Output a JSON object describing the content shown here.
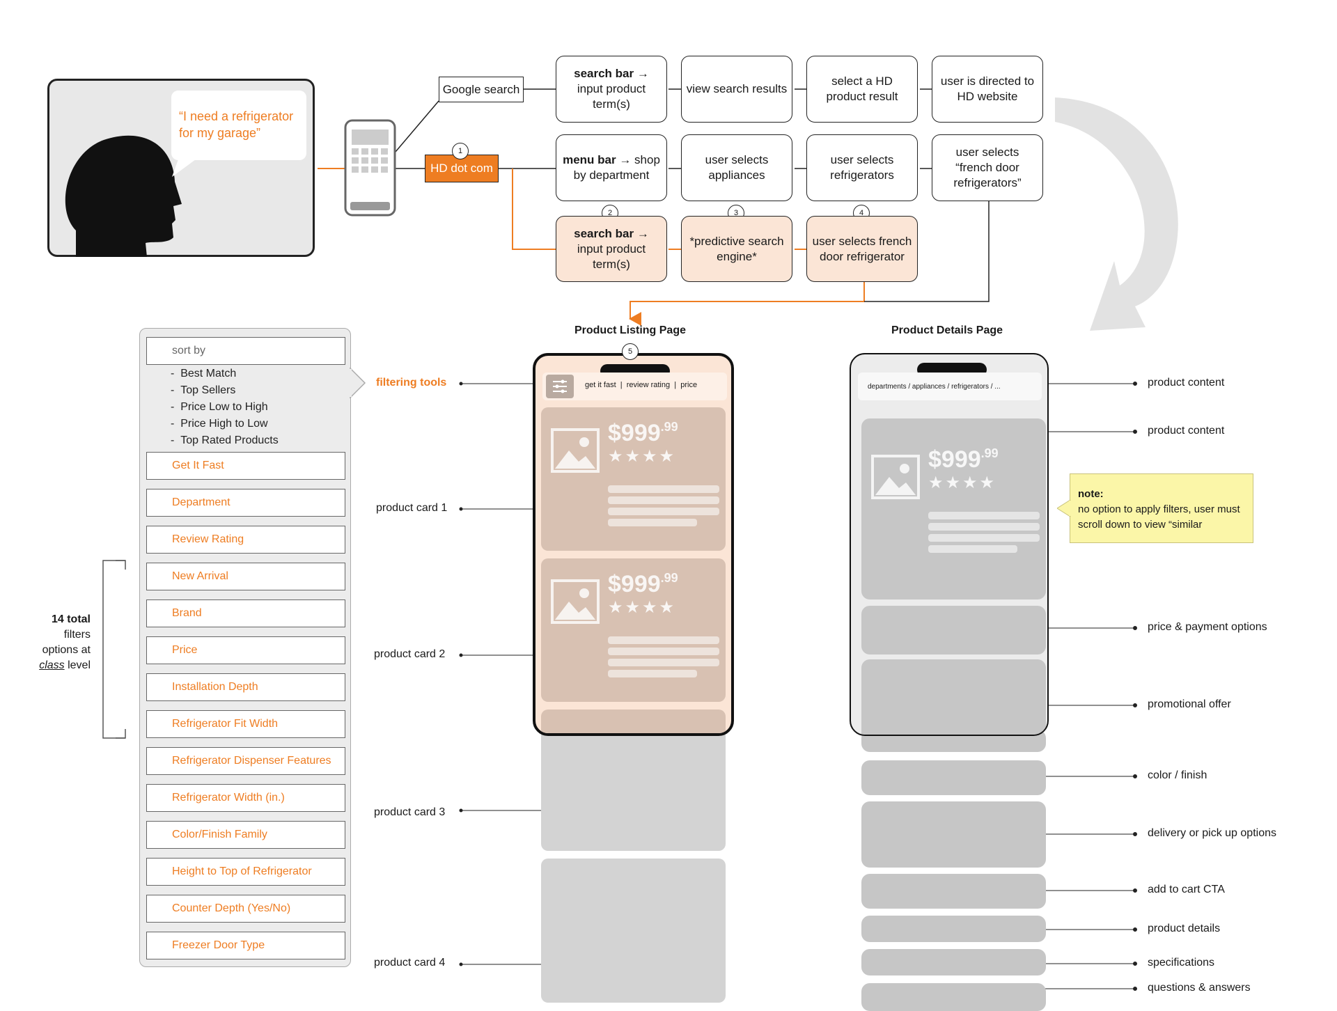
{
  "persona": {
    "quote": "“I need a refrigerator for my garage”"
  },
  "entry": {
    "google": "Google search",
    "hd": "HD dot com"
  },
  "steps": [
    "1",
    "2",
    "3",
    "4",
    "5"
  ],
  "flow_google": [
    {
      "bold": "search bar",
      "rest": " → input product term(s)"
    },
    {
      "bold": "",
      "rest": "view search results"
    },
    {
      "bold": "",
      "rest": "select a HD product result"
    },
    {
      "bold": "",
      "rest": "user is directed to HD website"
    }
  ],
  "flow_menu": [
    {
      "bold": "menu bar",
      "rest": " → shop by department"
    },
    {
      "bold": "",
      "rest": "user selects appliances"
    },
    {
      "bold": "",
      "rest": "user selects refrigerators"
    },
    {
      "bold": "",
      "rest": "user selects “french door refrigerators”"
    }
  ],
  "flow_search": [
    {
      "bold": "search bar",
      "rest": " → input product term(s)"
    },
    {
      "bold": "",
      "rest": "*predictive search engine*"
    },
    {
      "bold": "",
      "rest": "user selects french door refrigerator"
    }
  ],
  "plp": {
    "title": "Product Listing Page",
    "filter_bar": [
      "get it fast",
      "|",
      "review rating",
      "|",
      "price"
    ],
    "price_main": "$999",
    "price_cents": ".99",
    "stars": "★★★★",
    "annotations": {
      "filtering_tools": "filtering tools",
      "card1": "product card 1",
      "card2": "product card 2",
      "card3": "product card 3",
      "card4": "product card 4"
    }
  },
  "pdp": {
    "title": "Product Details Page",
    "breadcrumb": "departments / appliances / refrigerators / ...",
    "price_main": "$999",
    "price_cents": ".99",
    "stars": "★★★★",
    "note_title": "note:",
    "note_text": "no option to apply filters, user must scroll down to view “similar",
    "annotations": [
      "product content",
      "product content",
      "price & payment options",
      "promotional offer",
      "color / finish",
      "delivery or pick up options",
      "add to cart CTA",
      "product details",
      "specifications",
      "questions & answers"
    ]
  },
  "filters": {
    "sort_label": "sort by",
    "sort_options": [
      "Best Match",
      "Top Sellers",
      "Price Low to High",
      "Price High to Low",
      "Top Rated Products"
    ],
    "items": [
      "Get It Fast",
      "Department",
      "Review Rating",
      "New Arrival",
      "Brand",
      "Price",
      "Installation Depth",
      "Refrigerator Fit Width",
      "Refrigerator Dispenser Features",
      "Refrigerator Width (in.)",
      "Color/Finish Family",
      "Height to Top of Refrigerator",
      "Counter Depth (Yes/No)",
      "Freezer Door Type"
    ],
    "total_bold": "14 total",
    "total_l2": "filters",
    "total_l3": "options at",
    "total_class": "class",
    "total_level": " level"
  },
  "colors": {
    "accent": "#ee7d22",
    "peach": "#fbe5d6",
    "card": "#c6c6c6",
    "note": "#fbf6a8"
  }
}
